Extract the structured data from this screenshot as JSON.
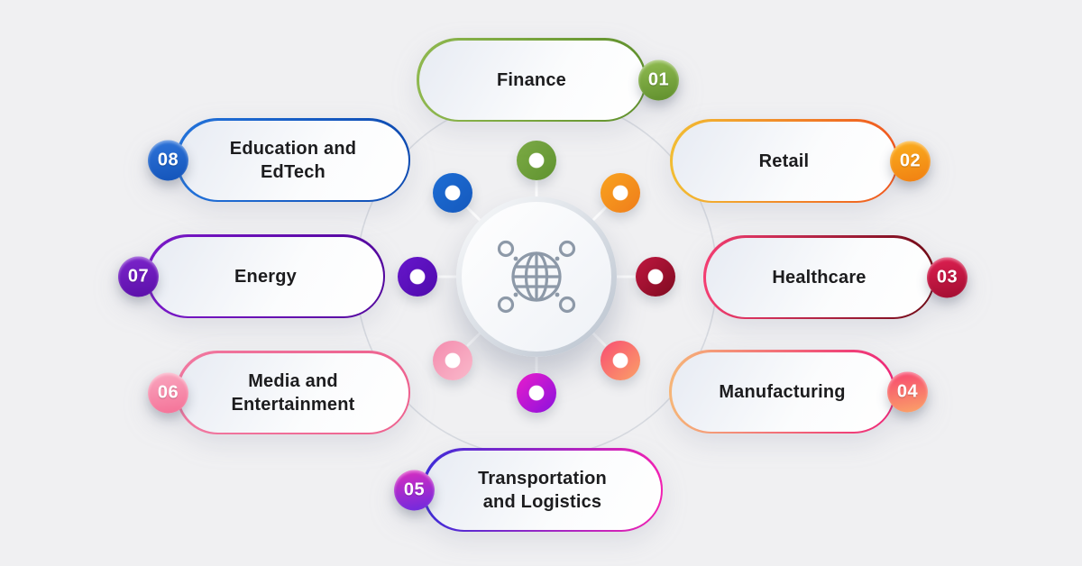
{
  "background": {
    "color": "#f0f0f2"
  },
  "center_hub": {
    "icon": "globe-network",
    "icon_color": "#8d99a8",
    "ring_color": "#d6d9df",
    "connector_color": "#ffffff"
  },
  "items": [
    {
      "number": "01",
      "label": "Finance",
      "badge_side": "right",
      "colors": {
        "border1": "#8fb84f",
        "border2": "#60902c",
        "badge1": "#92bd52",
        "badge2": "#5f8e2c",
        "dot1": "#7cab44",
        "dot2": "#5f9230"
      }
    },
    {
      "number": "02",
      "label": "Retail",
      "badge_side": "right",
      "colors": {
        "border1": "#f2bd33",
        "border2": "#f0571f",
        "badge1": "#fbaf1e",
        "badge2": "#f07f12",
        "dot1": "#f9a320",
        "dot2": "#ef7d1a"
      }
    },
    {
      "number": "03",
      "label": "Healthcare",
      "badge_side": "right",
      "colors": {
        "border1": "#f43e72",
        "border2": "#700a16",
        "badge1": "#e02052",
        "badge2": "#a00d30",
        "dot1": "#c01740",
        "dot2": "#7e0b20"
      }
    },
    {
      "number": "04",
      "label": "Manufacturing",
      "badge_side": "right",
      "colors": {
        "border1": "#f6b678",
        "border2": "#ee2578",
        "badge1": "#f74470",
        "badge2": "#faa468",
        "dot1": "#f84d72",
        "dot2": "#fba168"
      }
    },
    {
      "number": "05",
      "label": "Transportation\nand Logistics",
      "badge_side": "left",
      "colors": {
        "border1": "#3c2cd8",
        "border2": "#f221b2",
        "badge1": "#dd2cbe",
        "badge2": "#6b2adf",
        "dot1": "#ea1ccb",
        "dot2": "#8a12dd"
      }
    },
    {
      "number": "06",
      "label": "Media and\nEntertainment",
      "badge_side": "left",
      "colors": {
        "border1": "#f178a0",
        "border2": "#ee628f",
        "badge1": "#f9a8c0",
        "badge2": "#f47096",
        "dot1": "#f48cae",
        "dot2": "#f9b9cb"
      }
    },
    {
      "number": "07",
      "label": "Energy",
      "badge_side": "left",
      "colors": {
        "border1": "#7a18c8",
        "border2": "#54089e",
        "badge1": "#7d25cc",
        "badge2": "#5a0fa8",
        "dot1": "#6716cc",
        "dot2": "#4e0bac"
      }
    },
    {
      "number": "08",
      "label": "Education and\nEdTech",
      "badge_side": "left",
      "colors": {
        "border1": "#2272da",
        "border2": "#0f4cb2",
        "badge1": "#2e74da",
        "badge2": "#1353b8",
        "dot1": "#1d6dd4",
        "dot2": "#1559bd"
      }
    }
  ]
}
